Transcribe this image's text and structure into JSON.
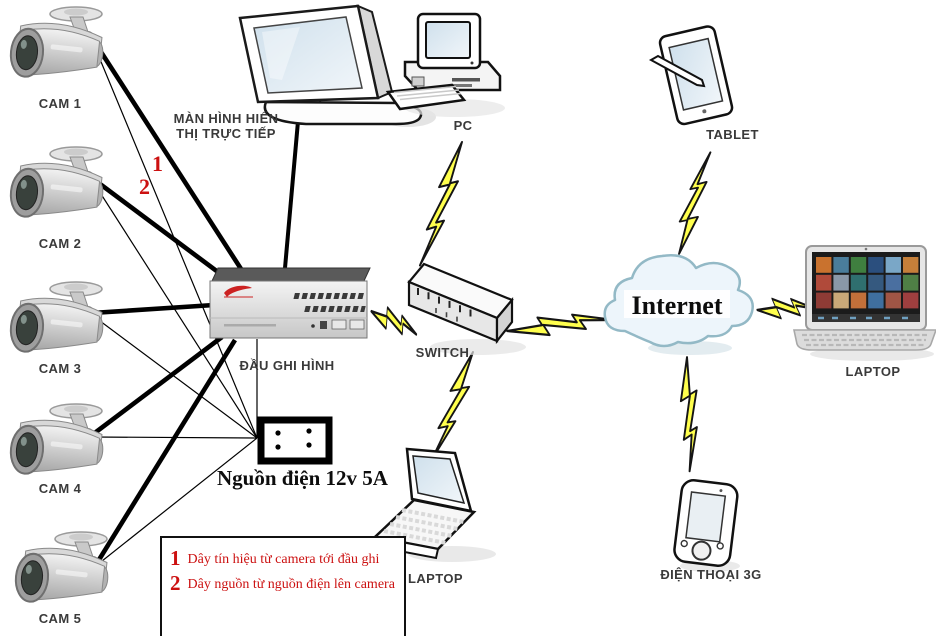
{
  "cameras": [
    {
      "label": "CAM 1"
    },
    {
      "label": "CAM 2"
    },
    {
      "label": "CAM 3"
    },
    {
      "label": "CAM 4"
    },
    {
      "label": "CAM 5"
    }
  ],
  "nodes": {
    "monitor": {
      "line1": "MÀN HÌNH HIỂN",
      "line2": "THỊ TRỰC TIẾP"
    },
    "dvr": {
      "label": "ĐẦU GHI HÌNH"
    },
    "power": {
      "label": "Nguồn điện 12v 5A"
    },
    "switch": {
      "label": "SWITCH"
    },
    "pc": {
      "label": "PC"
    },
    "internet": {
      "label": "Internet"
    },
    "tablet": {
      "label": "TABLET"
    },
    "laptop_right": {
      "label": "LAPTOP",
      "photo_colors": [
        "#c9722e",
        "#4a7d9b",
        "#3f7f3f",
        "#2b4f7e",
        "#7aa7c7",
        "#c57f3a",
        "#b04a3a",
        "#8a98a8",
        "#2f6f6f",
        "#35597f",
        "#4a6fa0",
        "#4f7f45",
        "#8e3b35",
        "#c9a878",
        "#c2703a",
        "#3f6f9f",
        "#a05545",
        "#9f3f3f"
      ]
    },
    "laptop_bottom": {
      "label": "LAPTOP"
    },
    "phone": {
      "label": "ĐIỆN THOẠI 3G"
    }
  },
  "markers": {
    "signal": "1",
    "power": "2"
  },
  "legend": {
    "items": [
      {
        "marker": "1",
        "text": "Dây tín hiệu từ camera tới đầu ghi"
      },
      {
        "marker": "2",
        "text": "Dây nguồn từ nguồn điện lên camera"
      }
    ]
  },
  "colors": {
    "lightning_fill": "#ffff4d",
    "lightning_stroke": "#151515",
    "wire": "#000000",
    "legend_red": "#cc1111",
    "cloud_fill": "#edf5fb",
    "cloud_stroke": "#93b9c6"
  }
}
